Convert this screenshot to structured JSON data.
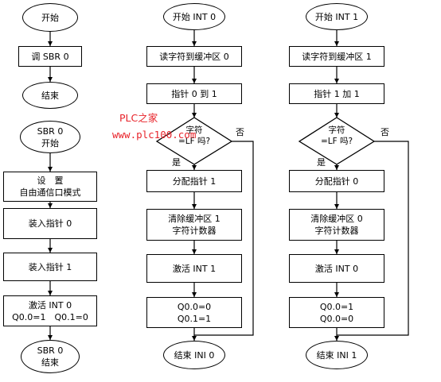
{
  "left": {
    "start": "开始",
    "call_sbr": "调 SBR 0",
    "end": "结束",
    "sbr_start": [
      "SBR 0",
      "开始"
    ],
    "setup": [
      "设　置",
      "自由通信口模式"
    ],
    "load0": "装入指针 0",
    "load1": "装入指针 1",
    "activate": [
      "激活 INT 0",
      "Q0.0=1　Q0.1=0"
    ],
    "sbr_end": [
      "SBR 0",
      "结束"
    ]
  },
  "middle": {
    "start": "开始 INT 0",
    "read": "读字符到缓冲区 0",
    "pointer": "指针 0 到 1",
    "decision": [
      "字符",
      "=LF 吗?"
    ],
    "no": "否",
    "yes": "是",
    "assign": "分配指针 1",
    "clear": [
      "清除缓冲区 1",
      "字符计数器"
    ],
    "activate": "激活 INT 1",
    "outputs": [
      "Q0.0=0",
      "Q0.1=1"
    ],
    "end": "结束 INI 0"
  },
  "right": {
    "start": "开始 INT 1",
    "read": "读字符到缓冲区 1",
    "pointer": "指针 1 加 1",
    "decision": [
      "字符",
      "=LF 吗?"
    ],
    "no": "否",
    "yes": "是",
    "assign": "分配指针 0",
    "clear": [
      "清除缓冲区 0",
      "字符计数器"
    ],
    "activate": "激活 INT 0",
    "outputs": [
      "Q0.0=1",
      "Q0.0=0"
    ],
    "end": "结束 INI 1"
  },
  "watermark": {
    "line1": "PLC之家",
    "line2": "www.plc100.com",
    "color": "#e8232a"
  }
}
